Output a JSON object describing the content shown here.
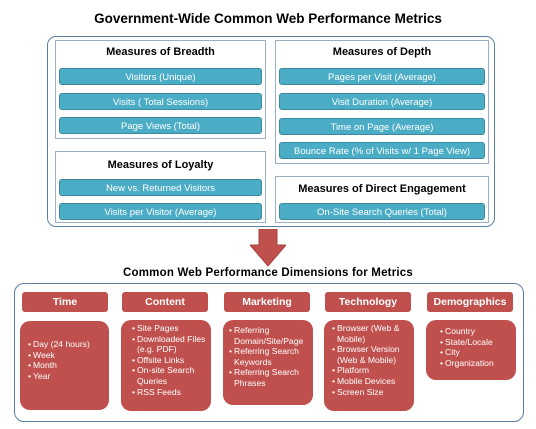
{
  "title_top": "Government-Wide Common Web Performance Metrics",
  "title_bottom": "Common Web Performance  Dimensions  for Metrics",
  "measures": {
    "breadth": {
      "title": "Measures of Breadth",
      "items": [
        "Visitors (Unique)",
        "Visits ( Total Sessions)",
        "Page Views (Total)"
      ]
    },
    "depth": {
      "title": "Measures of Depth",
      "items": [
        "Pages per Visit (Average)",
        "Visit Duration (Average)",
        "Time on Page (Average)",
        "Bounce Rate (% of Visits w/ 1 Page View)"
      ]
    },
    "loyalty": {
      "title": "Measures of Loyalty",
      "items": [
        "New vs. Returned Visitors",
        "Visits per Visitor (Average)"
      ]
    },
    "engagement": {
      "title": "Measures of Direct Engagement",
      "items": [
        "On-Site Search Queries (Total)"
      ]
    }
  },
  "dimensions": [
    {
      "title": "Time",
      "items": [
        "Day (24 hours)",
        "Week",
        "Month",
        "Year"
      ]
    },
    {
      "title": "Content",
      "items": [
        "Site Pages",
        "Downloaded Files (e.g. PDF)",
        "Offsite Links",
        "On-site Search Queries",
        "RSS Feeds"
      ]
    },
    {
      "title": "Marketing",
      "items": [
        "Referring Domain/Site/Page",
        "Referring Search Keywords",
        "Referring Search Phrases"
      ]
    },
    {
      "title": "Technology",
      "items": [
        "Browser (Web & Mobile)",
        "Browser Version (Web & Mobile)",
        "Platform",
        "Mobile Devices",
        "Screen Size"
      ]
    },
    {
      "title": "Demographics",
      "items": [
        "Country",
        "State/Locale",
        "City",
        "Organization"
      ]
    }
  ],
  "colors": {
    "metric_bar": "#4bacc6",
    "dimension": "#c0504d",
    "arrow": "#c0504d",
    "frame": "#5a7fa6"
  }
}
